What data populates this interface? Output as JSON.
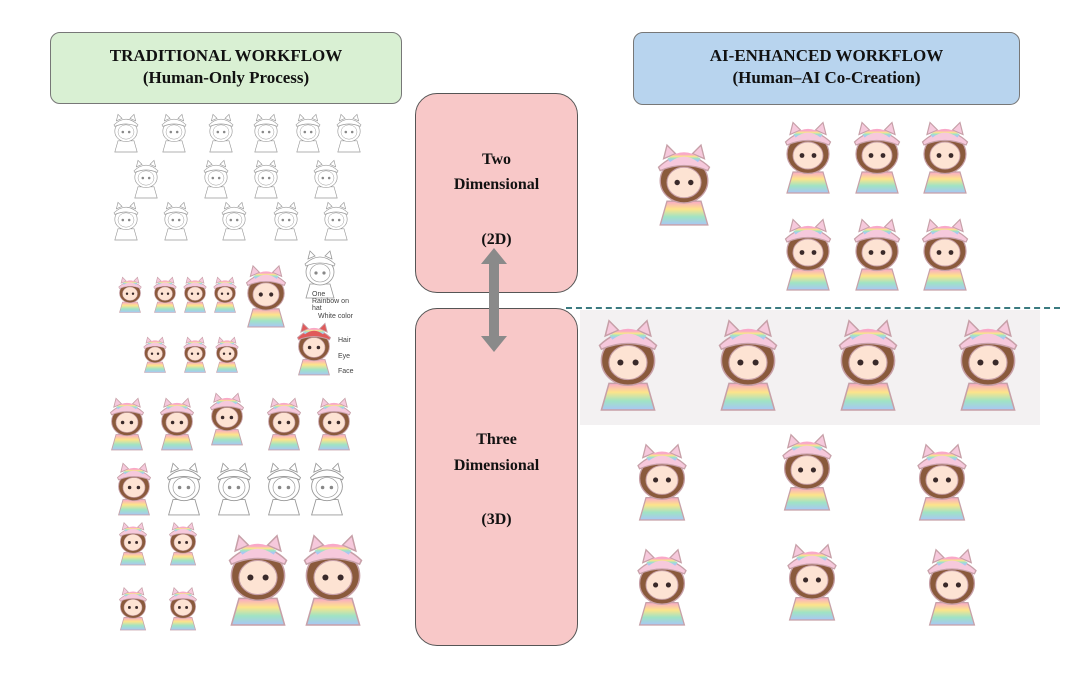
{
  "left_header": {
    "title": "TRADITIONAL WORKFLOW",
    "subtitle": "(Human-Only Process)"
  },
  "right_header": {
    "title": "AI-ENHANCED WORKFLOW",
    "subtitle": "(Human–AI Co-Creation)"
  },
  "stages": [
    {
      "line1": "Two",
      "line2": "Dimensional",
      "abbr": "(2D)"
    },
    {
      "line1": "Three",
      "line2": "Dimensional",
      "abbr": "(3D)"
    }
  ],
  "sketch_annotations": [
    "One Rainbow on hat",
    "White color",
    "Hair",
    "Eye",
    "Face"
  ],
  "colors": {
    "left_header": "#d9f0d3",
    "right_header": "#b8d4ee",
    "stage": "#f8c8c8",
    "arrow": "#8a8a8a",
    "divider": "#3a7a80"
  }
}
